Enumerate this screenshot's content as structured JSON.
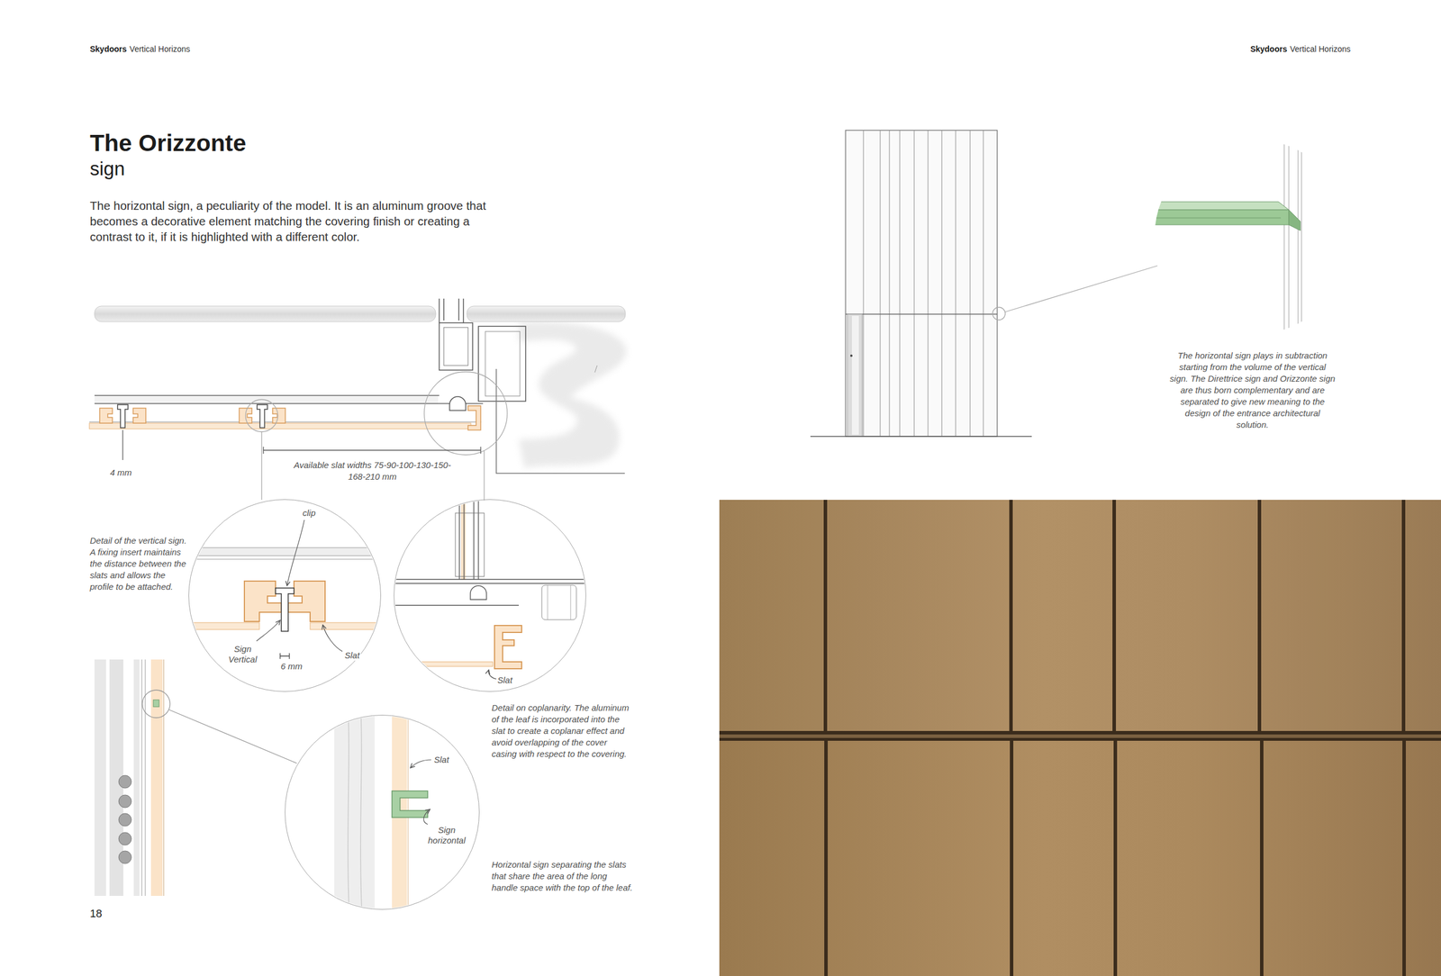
{
  "diagram": {
    "title": "The Orizzonte",
    "nodes": [
      {
        "text": [
          "clip",
          "Sign Vertical",
          "6 mm",
          "Slat"
        ]
      },
      {
        "text": [
          "Slat"
        ]
      },
      {
        "text": [
          "Slat",
          "Sign horizontal"
        ]
      }
    ],
    "labels": [
      "Skydoors",
      "Vertical Horizons",
      "sign",
      "The horizontal sign, a peculiarity of the model. It is an aluminum groove that becomes a decorative element matching the covering finish or creating a contrast to it, if it is highlighted with a different color.",
      "4 mm",
      "Available slat widths 75-90-100-130-150-168-210 mm",
      "Detail of the vertical sign. A fixing insert maintains the distance between the slats and allows the profile to be attached.",
      "Detail on coplanarity. The aluminum of the leaf is incorporated into the slat to create a coplanar effect and avoid overlapping of the cover casing with respect to the covering.",
      "Horizontal sign separating the slats that share the area of the long handle space with the top of the leaf.",
      "18",
      "Skydoors",
      "Vertical Horizons",
      "The horizontal sign plays in subtraction starting from the volume of the vertical sign. The Direttrice sign and Orizzonte sign are thus born complementary and are separated to give new meaning to the design of the entrance architectural solution."
    ]
  }
}
